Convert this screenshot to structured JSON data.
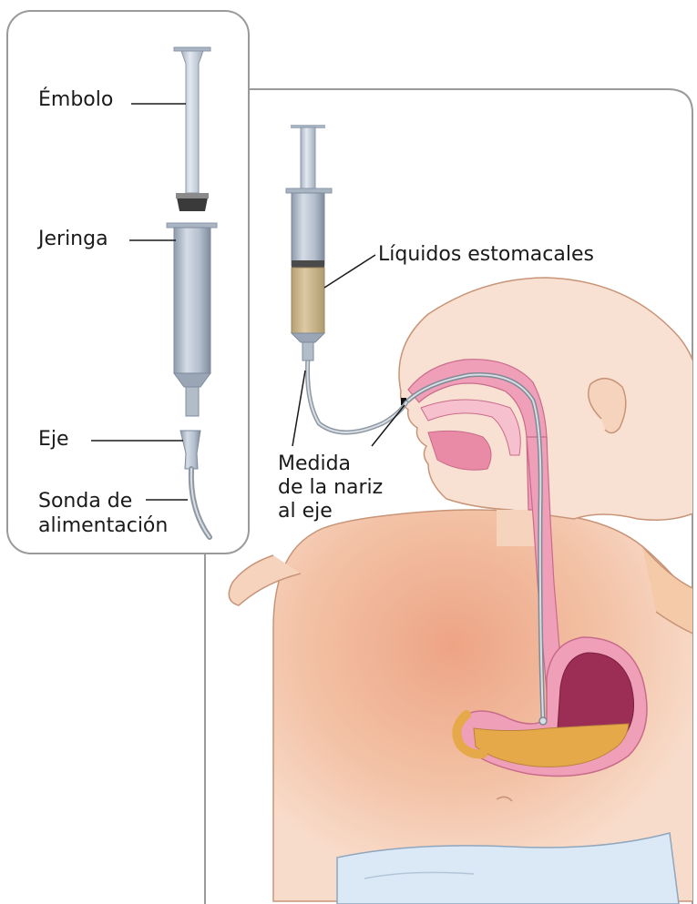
{
  "labels": {
    "plunger": "Émbolo",
    "syringe": "Jeringa",
    "hub": "Eje",
    "feeding_tube_line1": "Sonda de",
    "feeding_tube_line2": "alimentación",
    "stomach_fluids": "Líquidos estomacales",
    "measure_line1": "Medida",
    "measure_line2": "de la nariz",
    "measure_line3": "al eje"
  },
  "colors": {
    "panel_border": "#9a9a9a",
    "syringe_body": "#b9c4d2",
    "syringe_dark": "#7d8b9c",
    "plunger_tip": "#3a3a3a",
    "stomach_fluid": "#c9b48a",
    "skin": "#f6d3bd",
    "skin_outline": "#c89478",
    "torso_glow": "#efae8f",
    "esophagus": "#ef9fb8",
    "stomach_inner": "#9c2d55",
    "stomach_contents": "#e6a94a",
    "tube": "#9aa4ad",
    "diaper": "#dbe8f5"
  }
}
